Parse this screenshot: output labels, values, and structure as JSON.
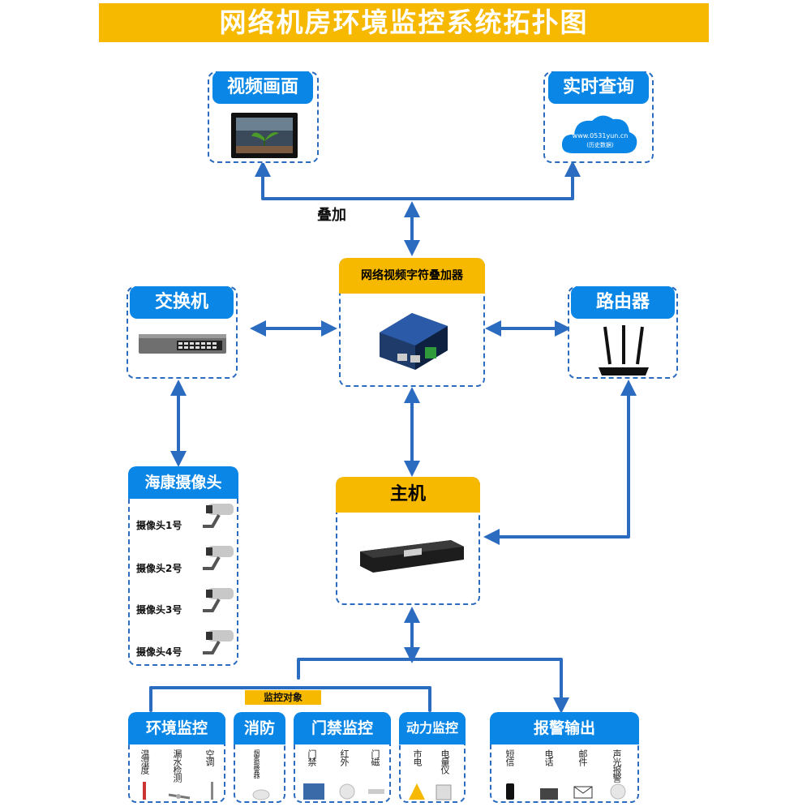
{
  "title": "网络机房环境监控系统拓扑图",
  "nodes": {
    "video": {
      "label": "视频画面"
    },
    "query": {
      "label": "实时查询",
      "cloud_url": "www.0531yun.cn",
      "cloud_note": "(历史数据)"
    },
    "overlay_edge_label": "叠加",
    "osd": {
      "label": "网络视频字符叠加器"
    },
    "switch": {
      "label": "交换机"
    },
    "router": {
      "label": "路由器"
    },
    "cameras": {
      "label": "海康摄像头",
      "items": [
        "摄像头1号",
        "摄像头2号",
        "摄像头3号",
        "摄像头4号"
      ]
    },
    "host": {
      "label": "主机"
    },
    "scope_tag": "监控对象",
    "env": {
      "label": "环境监控",
      "items": [
        "温湿度",
        "漏水检测",
        "空调"
      ]
    },
    "fire": {
      "label": "消防",
      "items": [
        "烟雾报警器"
      ]
    },
    "door": {
      "label": "门禁监控",
      "items": [
        "门禁",
        "红外",
        "门磁"
      ]
    },
    "power": {
      "label": "动力监控",
      "items": [
        "市电",
        "电量仪"
      ]
    },
    "alarm": {
      "label": "报警输出",
      "items": [
        "短信",
        "电话",
        "邮件",
        "声光报警"
      ]
    }
  },
  "colors": {
    "accent_blue": "#0a87e6",
    "title_yellow": "#f7b800",
    "line_blue": "#2c6cc0"
  }
}
